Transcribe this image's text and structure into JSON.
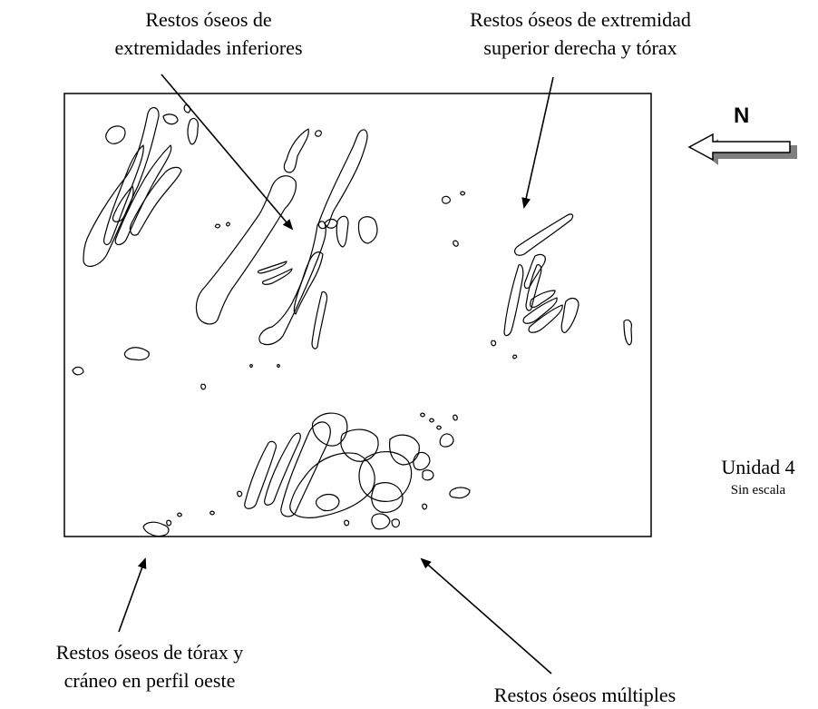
{
  "labels": {
    "top_left": [
      "Restos óseos de",
      "extremidades inferiores"
    ],
    "top_right": [
      "Restos óseos de extremidad",
      "superior derecha y tórax"
    ],
    "bottom_left": [
      "Restos óseos de  tórax y",
      "cráneo en perfil oeste"
    ],
    "bottom_right": [
      "Restos óseos múltiples"
    ]
  },
  "unit": {
    "title": "Unidad 4",
    "scale": "Sin escala"
  },
  "north": {
    "letter": "N",
    "arrow_direction": "west (left)"
  },
  "colors": {
    "ink": "#000000",
    "arrow_shadow": "#7f7f7f",
    "background": "#ffffff"
  }
}
